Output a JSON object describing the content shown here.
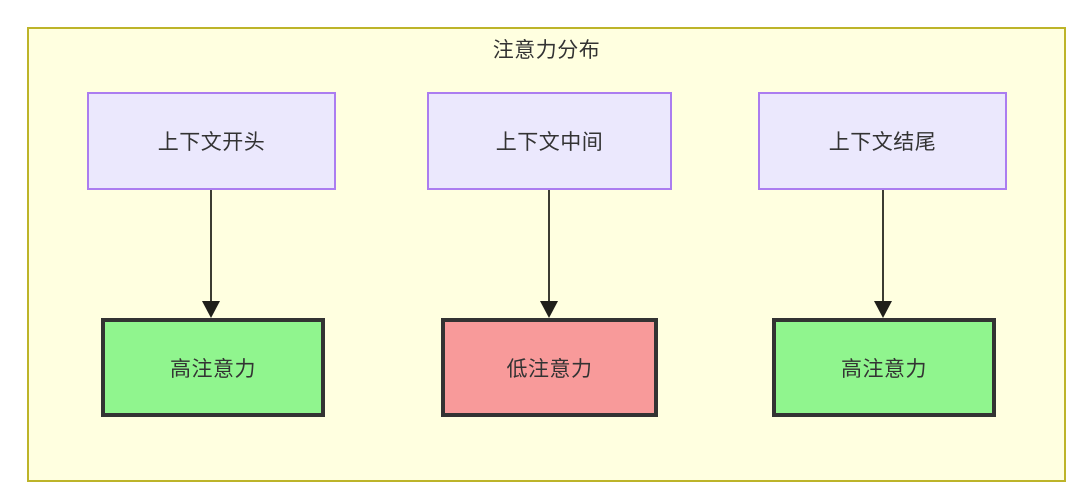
{
  "diagram": {
    "cluster_title": "注意力分布",
    "colors": {
      "cluster_fill": "#FFFFE0",
      "cluster_border": "#BDB429",
      "context_node_fill": "#EBE8FD",
      "context_node_border": "#AB7DF0",
      "high_attention_fill": "#90F58E",
      "low_attention_fill": "#F89A9A",
      "strong_node_border": "#333333",
      "edge_stroke": "#3C3C32",
      "text": "#333333"
    },
    "context_nodes": [
      {
        "id": "context-start",
        "label": "上下文开头"
      },
      {
        "id": "context-middle",
        "label": "上下文中间"
      },
      {
        "id": "context-end",
        "label": "上下文结尾"
      }
    ],
    "attention_nodes": [
      {
        "id": "attention-high-start",
        "label": "高注意力",
        "level": "high"
      },
      {
        "id": "attention-low-middle",
        "label": "低注意力",
        "level": "low"
      },
      {
        "id": "attention-high-end",
        "label": "高注意力",
        "level": "high"
      }
    ],
    "edges": [
      {
        "from": "context-start",
        "to": "attention-high-start",
        "label": ""
      },
      {
        "from": "context-middle",
        "to": "attention-low-middle",
        "label": ""
      },
      {
        "from": "context-end",
        "to": "attention-high-end",
        "label": ""
      }
    ]
  }
}
